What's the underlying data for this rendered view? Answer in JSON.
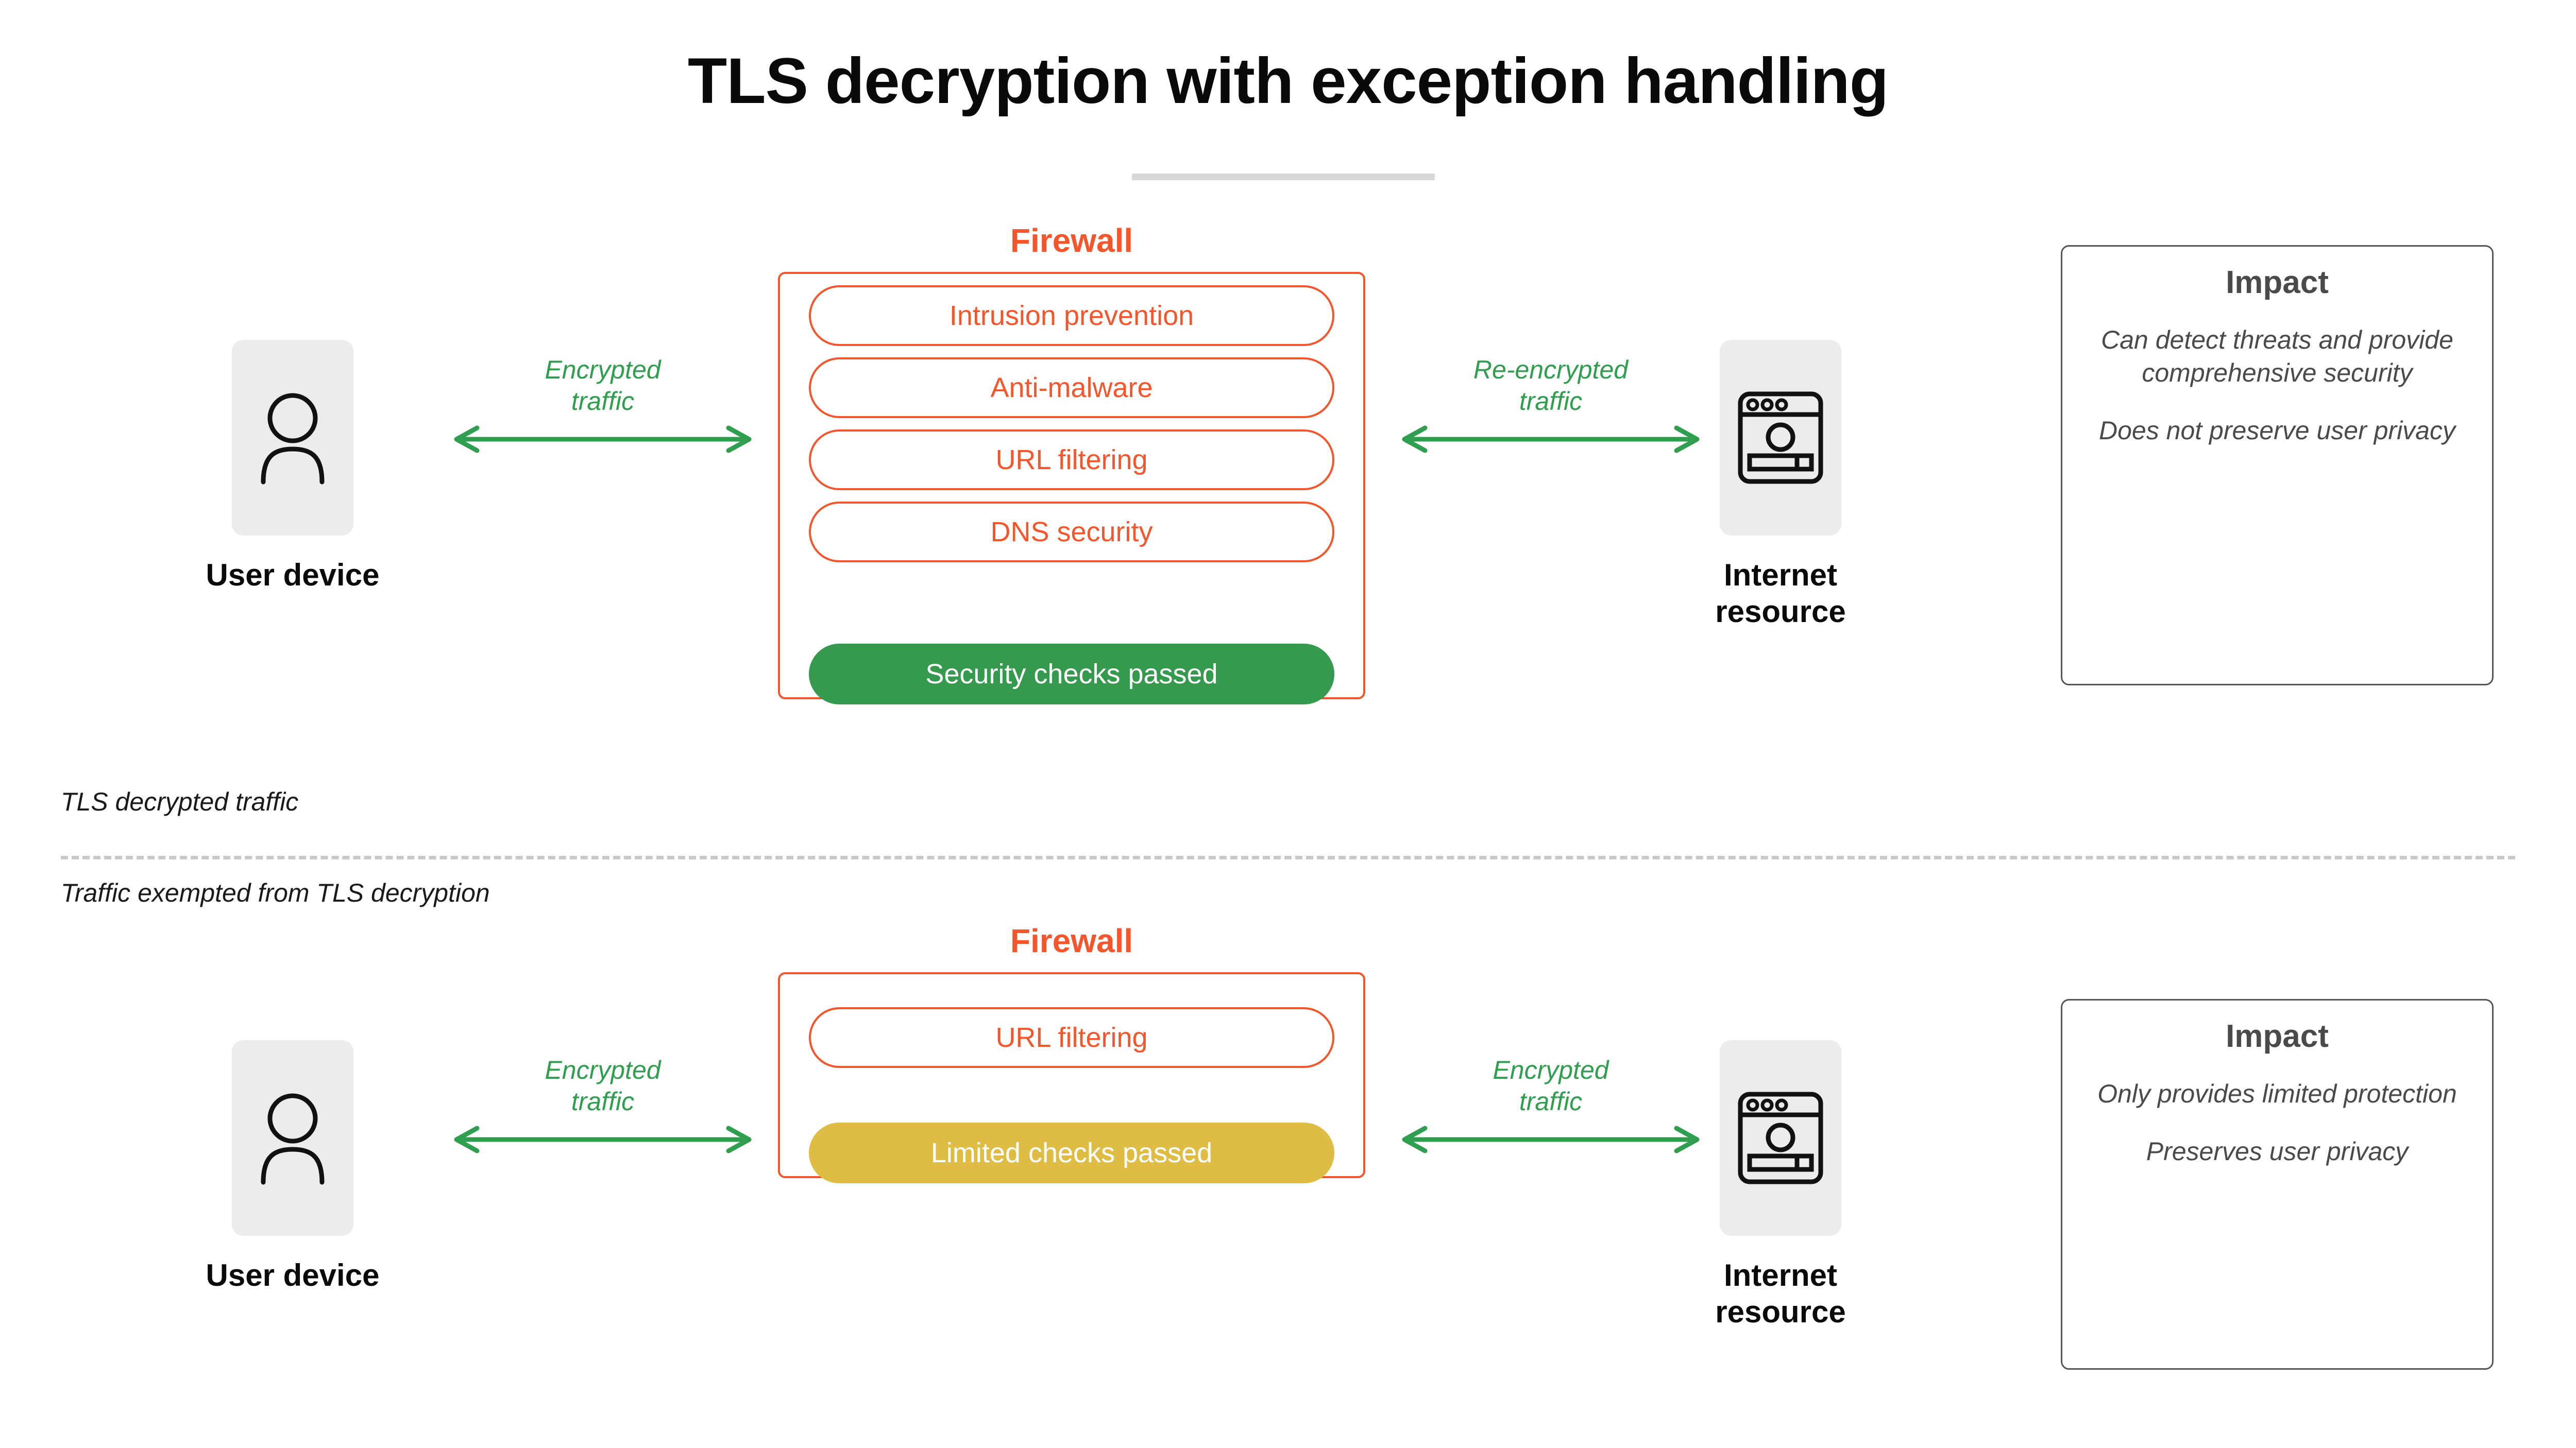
{
  "page": {
    "title": "TLS decryption with exception handling"
  },
  "colors": {
    "firewall_orange": "#f4552b",
    "traffic_green": "#2f9e4f",
    "badge_green": "#359a4d",
    "badge_yellow": "#dfbd44",
    "tile_gray": "#ececec",
    "impact_border": "#555555",
    "impact_text": "#4a4a4a",
    "divider_gray": "#c9c9c9",
    "title_accent": "#d8d8d6"
  },
  "bands": {
    "decrypted_label": "TLS decrypted traffic",
    "exempted_label": "Traffic exempted from TLS decryption"
  },
  "top": {
    "user_device": {
      "label": "User device",
      "icon": "person-icon"
    },
    "left_arrow": {
      "label": "Encrypted\ntraffic",
      "icon": "double-headed-arrow-icon"
    },
    "firewall": {
      "title": "Firewall",
      "checks": [
        "Intrusion prevention",
        "Anti-malware",
        "URL filtering",
        "DNS security"
      ],
      "badge": "Security checks passed",
      "badge_state": "passed"
    },
    "right_arrow": {
      "label": "Re-encrypted\ntraffic",
      "icon": "double-headed-arrow-icon"
    },
    "internet_resource": {
      "label": "Internet\nresource",
      "icon": "browser-window-icon"
    },
    "impact": {
      "title": "Impact",
      "points": [
        "Can detect threats and provide comprehensive security",
        "Does not preserve user privacy"
      ]
    }
  },
  "bottom": {
    "user_device": {
      "label": "User device",
      "icon": "person-icon"
    },
    "left_arrow": {
      "label": "Encrypted\ntraffic",
      "icon": "double-headed-arrow-icon"
    },
    "firewall": {
      "title": "Firewall",
      "checks": [
        "URL filtering"
      ],
      "badge": "Limited checks passed",
      "badge_state": "limited"
    },
    "right_arrow": {
      "label": "Encrypted\ntraffic",
      "icon": "double-headed-arrow-icon"
    },
    "internet_resource": {
      "label": "Internet\nresource",
      "icon": "browser-window-icon"
    },
    "impact": {
      "title": "Impact",
      "points": [
        "Only provides limited protection",
        "Preserves user privacy"
      ]
    }
  }
}
